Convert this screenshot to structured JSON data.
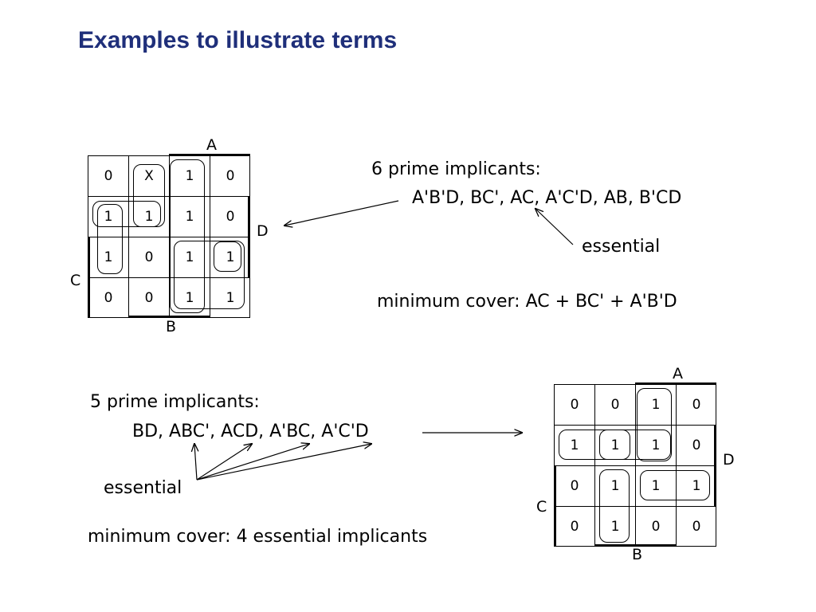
{
  "title": "Examples to illustrate terms",
  "example1": {
    "kmap": {
      "cells": [
        [
          "0",
          "X",
          "1",
          "0"
        ],
        [
          "1",
          "1",
          "1",
          "0"
        ],
        [
          "1",
          "0",
          "1",
          "1"
        ],
        [
          "0",
          "0",
          "1",
          "1"
        ]
      ],
      "var_A": "A",
      "var_B": "B",
      "var_C": "C",
      "var_D": "D"
    },
    "heading": "6 prime implicants:",
    "implicants": "A'B'D, BC', AC, A'C'D, AB, B'CD",
    "essential_label": "essential",
    "min_cover": "minimum cover: AC + BC' + A'B'D"
  },
  "example2": {
    "kmap": {
      "cells": [
        [
          "0",
          "0",
          "1",
          "0"
        ],
        [
          "1",
          "1",
          "1",
          "0"
        ],
        [
          "0",
          "1",
          "1",
          "1"
        ],
        [
          "0",
          "1",
          "0",
          "0"
        ]
      ],
      "var_A": "A",
      "var_B": "B",
      "var_C": "C",
      "var_D": "D"
    },
    "heading": "5 prime implicants:",
    "implicants": "BD, ABC', ACD, A'BC, A'C'D",
    "essential_label": "essential",
    "min_cover": "minimum cover: 4 essential implicants"
  }
}
